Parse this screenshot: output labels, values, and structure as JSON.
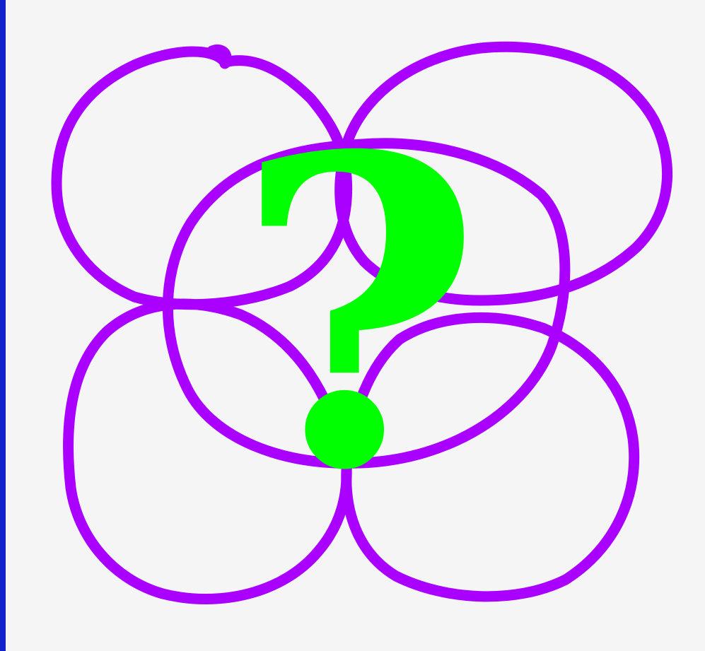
{
  "figure": {
    "symbol": "?",
    "colors": {
      "background": "#F5F5F5",
      "left_edge": "#1122CC",
      "loops": "#AA00FF",
      "symbol": "#00FF00"
    },
    "loops": [
      "top-left-loop",
      "top-right-loop",
      "center-loop",
      "bottom-left-loop",
      "bottom-right-loop"
    ]
  }
}
